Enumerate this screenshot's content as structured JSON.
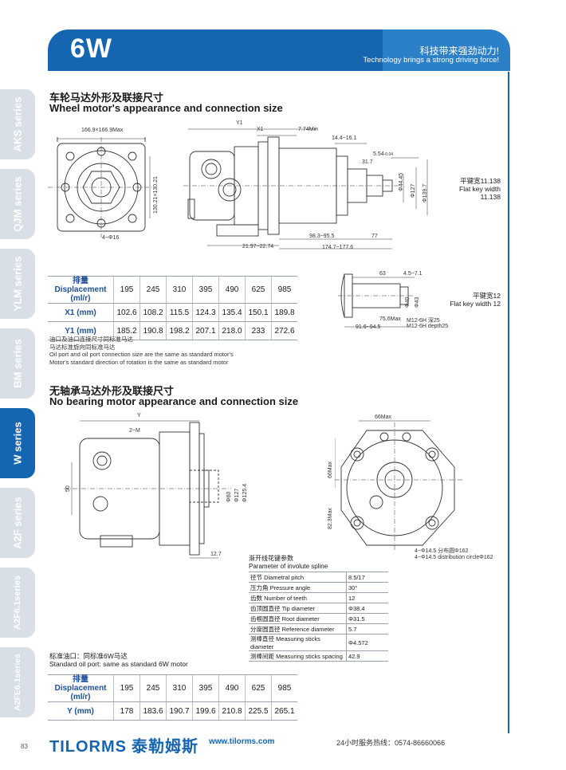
{
  "header": {
    "title": "6W",
    "slogan_cn": "科技带来强劲动力!",
    "slogan_en": "Technology brings a strong driving force!"
  },
  "side_tabs": [
    {
      "label": "AKS series",
      "active": false
    },
    {
      "label": "QJM series",
      "active": false
    },
    {
      "label": "YLM series",
      "active": false
    },
    {
      "label": "BM series",
      "active": false
    },
    {
      "label": "W series",
      "active": true
    },
    {
      "label": "A2F series",
      "active": false
    },
    {
      "label": "A2F6.1series",
      "active": false
    },
    {
      "label": "A2FE6.1series",
      "active": false
    }
  ],
  "section1": {
    "title_cn": "车轮马达外形及联接尺寸",
    "title_en": "Wheel motor's appearance and connection size",
    "dims": {
      "flange": "166.9×166.9Max",
      "y1": "Y1",
      "x1": "X1",
      "min": "7.74Min",
      "d1": "14.4~16.1",
      "d2": "5.54",
      "d2tol": "-0.04",
      "d3": "31.7",
      "dia1": "Φ44.45",
      "dia2": "Φ127",
      "dia3": "Φ139.7",
      "center": "130.21×130.21",
      "holes": "4~Φ16",
      "a": "21.97~22.74",
      "b": "98.3~95.5",
      "c": "77",
      "d": "174.7~177.6"
    },
    "key1_cn": "平键宽11.138",
    "key1_en1": "Flat key width",
    "key1_en2": "11.138",
    "shaft2": {
      "a": "63",
      "b": "4.5~7.1",
      "c": "75.6Max",
      "d": "91.6~94.5",
      "t1": "M12-6H 深25",
      "t2": "M12-6H depth25",
      "dia1": "Φ40",
      "dia2": "Φ43"
    },
    "key2_cn": "平键宽12",
    "key2_en": "Flat key width 12",
    "table": {
      "row1_label_cn": "排量",
      "row1_label_en": "Displacement",
      "row1_unit": "(ml/r)",
      "displacement": [
        "195",
        "245",
        "310",
        "395",
        "490",
        "625",
        "985"
      ],
      "x1_label": "X1 (mm)",
      "x1": [
        "102.6",
        "108.2",
        "115.5",
        "124.3",
        "135.4",
        "150.1",
        "189.8"
      ],
      "y1_label": "Y1 (mm)",
      "y1": [
        "185.2",
        "190.8",
        "198.2",
        "207.1",
        "218.0",
        "233",
        "272.6"
      ]
    },
    "notes": [
      "油口及油口连接尺寸同标准马达",
      "马达标准旋向同标准马达",
      "Oil port and oil port connection size are the same as standard motor's",
      "Motor's standard direction of rotation is the same as standard motor"
    ]
  },
  "section2": {
    "title_cn": "无轴承马达外形及联接尺寸",
    "title_en": "No bearing motor appearance and connection size",
    "dims": {
      "y": "Y",
      "m": "2~M",
      "fifty": "50",
      "d1": "Φ60",
      "d2": "Φ127",
      "d3": "Φ125.4",
      "w": "12.7",
      "top": "66Max",
      "left1": "66Max",
      "left2": "82.3Max",
      "holes_cn": "4~Φ14.5 分布圆Φ162",
      "holes_en": "4~Φ14.5 distribution circleΦ162"
    },
    "spline_title_cn": "渐开线花键参数",
    "spline_title_en": "Parameter of involute spline",
    "spline": [
      {
        "k": "径节 Diametral pitch",
        "v": "8.5/17"
      },
      {
        "k": "压力角 Pressure angle",
        "v": "30°"
      },
      {
        "k": "齿数 Number of teeth",
        "v": "12"
      },
      {
        "k": "齿顶圆直径 Tip diameter",
        "v": "Φ38.4"
      },
      {
        "k": "齿根圆直径 Root diameter",
        "v": "Φ31.5"
      },
      {
        "k": "分度圆直径 Reference diameter",
        "v": "5.7"
      },
      {
        "k": "测棒直径 Measuring sticks diameter",
        "v": "Φ4.572"
      },
      {
        "k": "测棒间距 Measuring sticks spacing",
        "v": "42.9"
      }
    ],
    "oil_port_cn": "标准油口：同标准6W马达",
    "oil_port_en": "Standard oil port:  same as standard 6W motor",
    "table": {
      "row1_label_cn": "排量",
      "row1_label_en": "Displacement",
      "row1_unit": "(ml/r)",
      "displacement": [
        "195",
        "245",
        "310",
        "395",
        "490",
        "625",
        "985"
      ],
      "y_label": "Y (mm)",
      "y": [
        "178",
        "183.6",
        "190.7",
        "199.6",
        "210.8",
        "225.5",
        "265.1"
      ]
    }
  },
  "footer": {
    "logo": "TILORMS",
    "logo_cn": "泰勒姆斯",
    "url": "www.tilorms.com",
    "hotline": "24小时服务热线：0574-86660066",
    "page": "83"
  }
}
